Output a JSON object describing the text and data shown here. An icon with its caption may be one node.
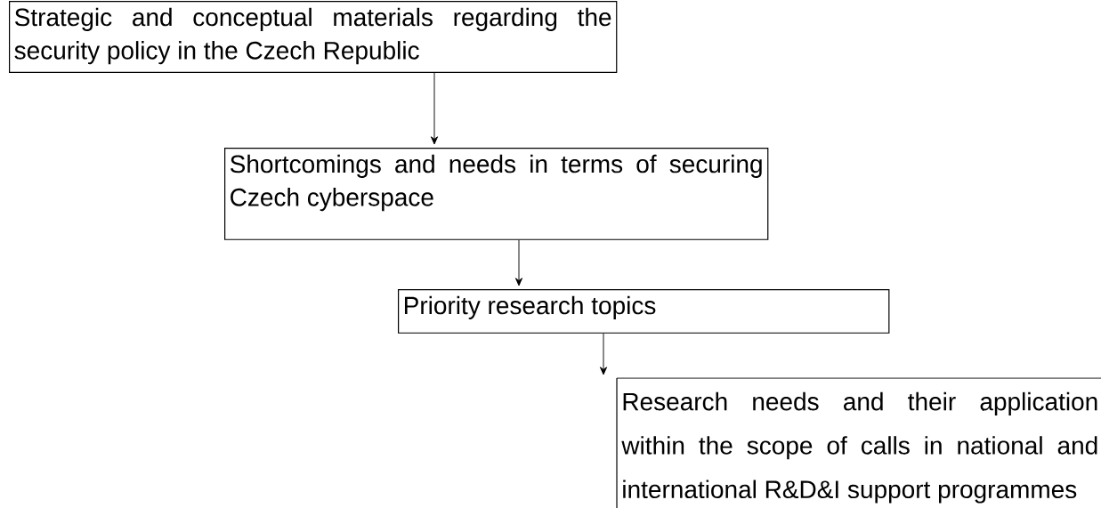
{
  "diagram": {
    "nodes": [
      {
        "text": [
          "Strategic and conceptual materials regarding the security policy in the Czech Republic"
        ]
      },
      {
        "text": [
          "Shortcomings and needs in terms of securing Czech cyberspace"
        ]
      },
      {
        "text": [
          "Priority research topics"
        ]
      },
      {
        "text": [
          "Research needs and their application within the scope of calls in national and international R&D&I support programmes"
        ]
      }
    ],
    "edges": [
      {
        "from": 0,
        "to": 1,
        "arrow": "to"
      },
      {
        "from": 1,
        "to": 2,
        "arrow": "to"
      },
      {
        "from": 2,
        "to": 3,
        "arrow": "to"
      }
    ]
  }
}
